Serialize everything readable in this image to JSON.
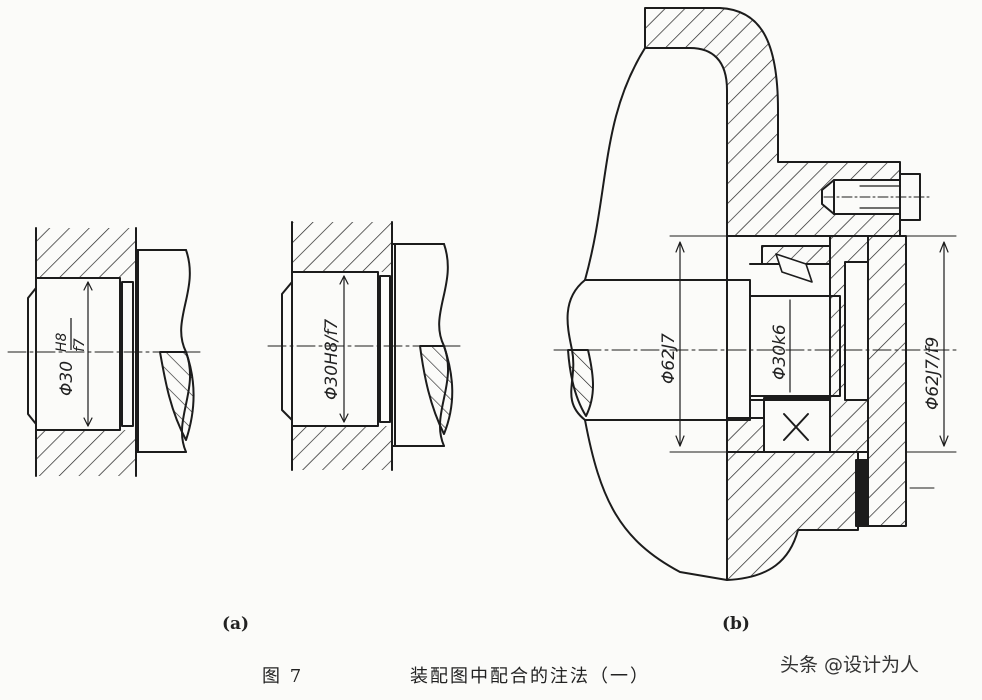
{
  "figure": {
    "sub_a": "(a)",
    "sub_b": "(b)",
    "caption_number": "图 7",
    "caption_title": "装配图中配合的注法（一）"
  },
  "annotations": {
    "a1_base": "Φ30",
    "a1_hole": "H8",
    "a1_shaft": "f7",
    "a2": "Φ30H8/f7",
    "b1": "Φ62J7",
    "b2": "Φ30k6",
    "b3": "Φ62J7/f9"
  },
  "watermark": "头条 @设计为人"
}
